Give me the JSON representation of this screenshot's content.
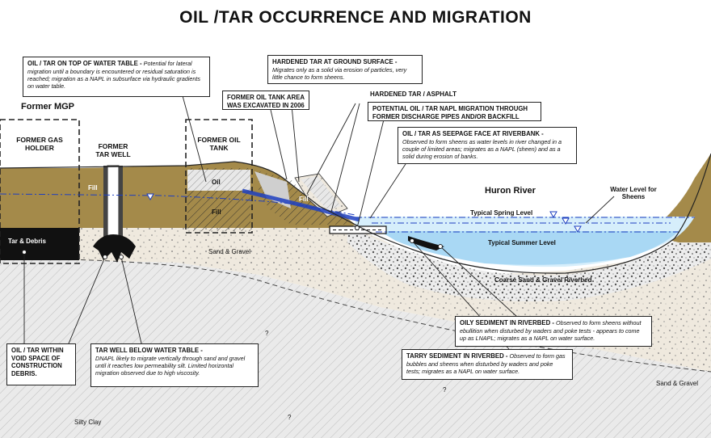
{
  "title": "OIL /TAR OCCURRENCE AND MIGRATION",
  "callouts": {
    "oil_on_water_table": {
      "heading": "OIL / TAR ON TOP OF WATER TABLE -",
      "body": "Potential for lateral migration until a boundary is encountered or residual saturation is reached; migration as a NAPL in subsurface via hydraulic gradients on water table."
    },
    "hardened_tar_surface": {
      "heading": "HARDENED TAR AT GROUND SURFACE -",
      "body": "Migrates only as a solid via erosion of particles, very little chance to form sheens."
    },
    "former_oil_tank_area": {
      "heading": "FORMER OIL TANK AREA WAS EXCAVATED IN 2006",
      "body": ""
    },
    "hardened_tar_asphalt": {
      "heading": "HARDENED TAR / ASPHALT",
      "body": ""
    },
    "napl_migration": {
      "heading": "POTENTIAL OIL / TAR NAPL MIGRATION THROUGH FORMER DISCHARGE PIPES AND/OR BACKFILL",
      "body": ""
    },
    "seepage_face": {
      "heading": "OIL / TAR AS SEEPAGE FACE AT RIVERBANK -",
      "body": "Observed to form sheens as water levels in river changed in a couple of limited areas; migrates as a NAPL (sheen) and as a solid during erosion of banks."
    },
    "oil_void_space": {
      "heading": "OIL / TAR WITHIN VOID SPACE OF CONSTRUCTION DEBRIS.",
      "body": ""
    },
    "tar_well": {
      "heading": "TAR WELL BELOW WATER TABLE -",
      "body": "DNAPL likely to migrate vertically through sand and gravel until it reaches low permeability silt. Limited horizontal migration observed due to high viscosity."
    },
    "oily_sediment": {
      "heading": "OILY SEDIMENT IN RIVERBED -",
      "body": "Observed to form sheens without ebullition when disturbed by waders and poke tests - appears to come up as LNAPL; migrates as a NAPL on water surface."
    },
    "tarry_sediment": {
      "heading": "TARRY SEDIMENT IN RIVERBED -",
      "body": "Observed to form gas bubbles and sheens when disturbed by waders and poke tests; migrates as a NAPL on water surface."
    }
  },
  "labels": {
    "former_mgp": "Former MGP",
    "former_gas_holder": "FORMER GAS HOLDER",
    "former_tar_well": "FORMER TAR WELL",
    "former_oil_tank": "FORMER OIL TANK",
    "fill_1": "Fill",
    "fill_2": "Fill",
    "fill_3": "Fill",
    "oil": "Oil",
    "tar_debris": "Tar & Debris",
    "sand_gravel_1": "Sand & Gravel",
    "sand_gravel_2": "Sand & Gravel",
    "huron_river": "Huron River",
    "typical_spring_level": "Typical Spring Level",
    "typical_summer_level": "Typical Summer Level",
    "water_level_sheens": "Water Level for Sheens",
    "coarse_sand": "Coarse Sand & Gravel Riverbed",
    "silty_clay": "Silty Clay",
    "question": "?"
  },
  "colors": {
    "fill_soil": "#a48a4a",
    "sand_gravel": "#efe9de",
    "silty_clay": "#e6e6e6",
    "tar": "#111111",
    "river_light": "#d6eefb",
    "river_mid": "#a9d8f4",
    "water_line": "#1f3fbf"
  }
}
